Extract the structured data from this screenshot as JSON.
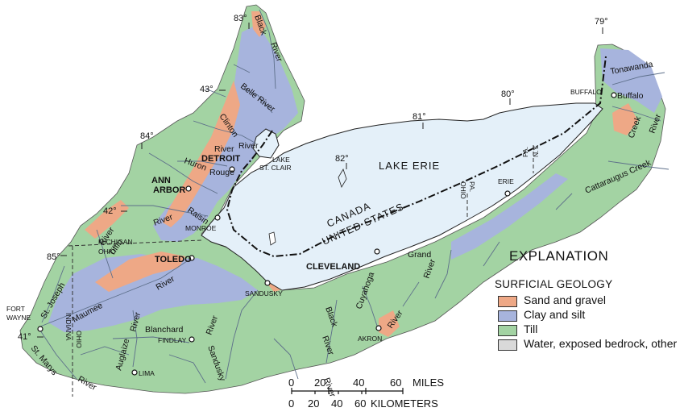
{
  "lake": "LAKE ERIE",
  "country_labels": [
    "CANADA",
    "UNITED STATES"
  ],
  "state_labels": [
    "MICHIGAN",
    "OHIO",
    "INDIANA",
    "OHIO",
    "OHIO",
    "PA.",
    "PA.",
    "N.Y."
  ],
  "lake_st_clair": [
    "LAKE",
    "ST. CLAIR"
  ],
  "cities": [
    "DETROIT",
    "ANN",
    "ARBOR",
    "MONROE",
    "TOLEDO",
    "CLEVELAND",
    "SANDUSKY",
    "FINDLAY",
    "LIMA",
    "AKRON",
    "ERIE",
    "BUFFALO",
    "FORT",
    "WAYNE"
  ],
  "rivers": [
    "Black",
    "River",
    "Belle River",
    "Clinton",
    "River",
    "Huron",
    "River",
    "Rouge",
    "Raisin",
    "River",
    "River",
    "Tiffin",
    "St. Joseph",
    "River",
    "Maumee",
    "St. Marys",
    "River",
    "Auglaize",
    "River",
    "Blanchard",
    "River",
    "Sandusky",
    "River",
    "Black",
    "River",
    "Cuyahoga",
    "River",
    "Grand",
    "River",
    "Cattaraugus Creek",
    "Buffalo",
    "Creek",
    "Tonawanda",
    "River"
  ],
  "degrees": [
    "83°",
    "43°",
    "84°",
    "42°",
    "85°",
    "41°",
    "82°",
    "81°",
    "80°",
    "79°"
  ],
  "legend": {
    "title": "EXPLANATION",
    "subtitle": "SURFICIAL GEOLOGY",
    "items": [
      {
        "label": "Sand and gravel",
        "color": "#eea886"
      },
      {
        "label": "Clay and silt",
        "color": "#a7b4dd"
      },
      {
        "label": "Till",
        "color": "#a3d3a3"
      },
      {
        "label": "Water, exposed bedrock, other",
        "color": "#d9d9d9"
      }
    ]
  },
  "scale": {
    "miles_ticks": [
      "0",
      "20",
      "40",
      "60"
    ],
    "miles_unit": "MILES",
    "km_ticks": [
      "0",
      "20",
      "40",
      "60"
    ],
    "km_unit": "KILOMETERS"
  },
  "colors": {
    "sand": "#eea886",
    "clay": "#a7b4dd",
    "till": "#a3d3a3",
    "water": "#e4f0f9",
    "river": "#5d6f8a"
  }
}
